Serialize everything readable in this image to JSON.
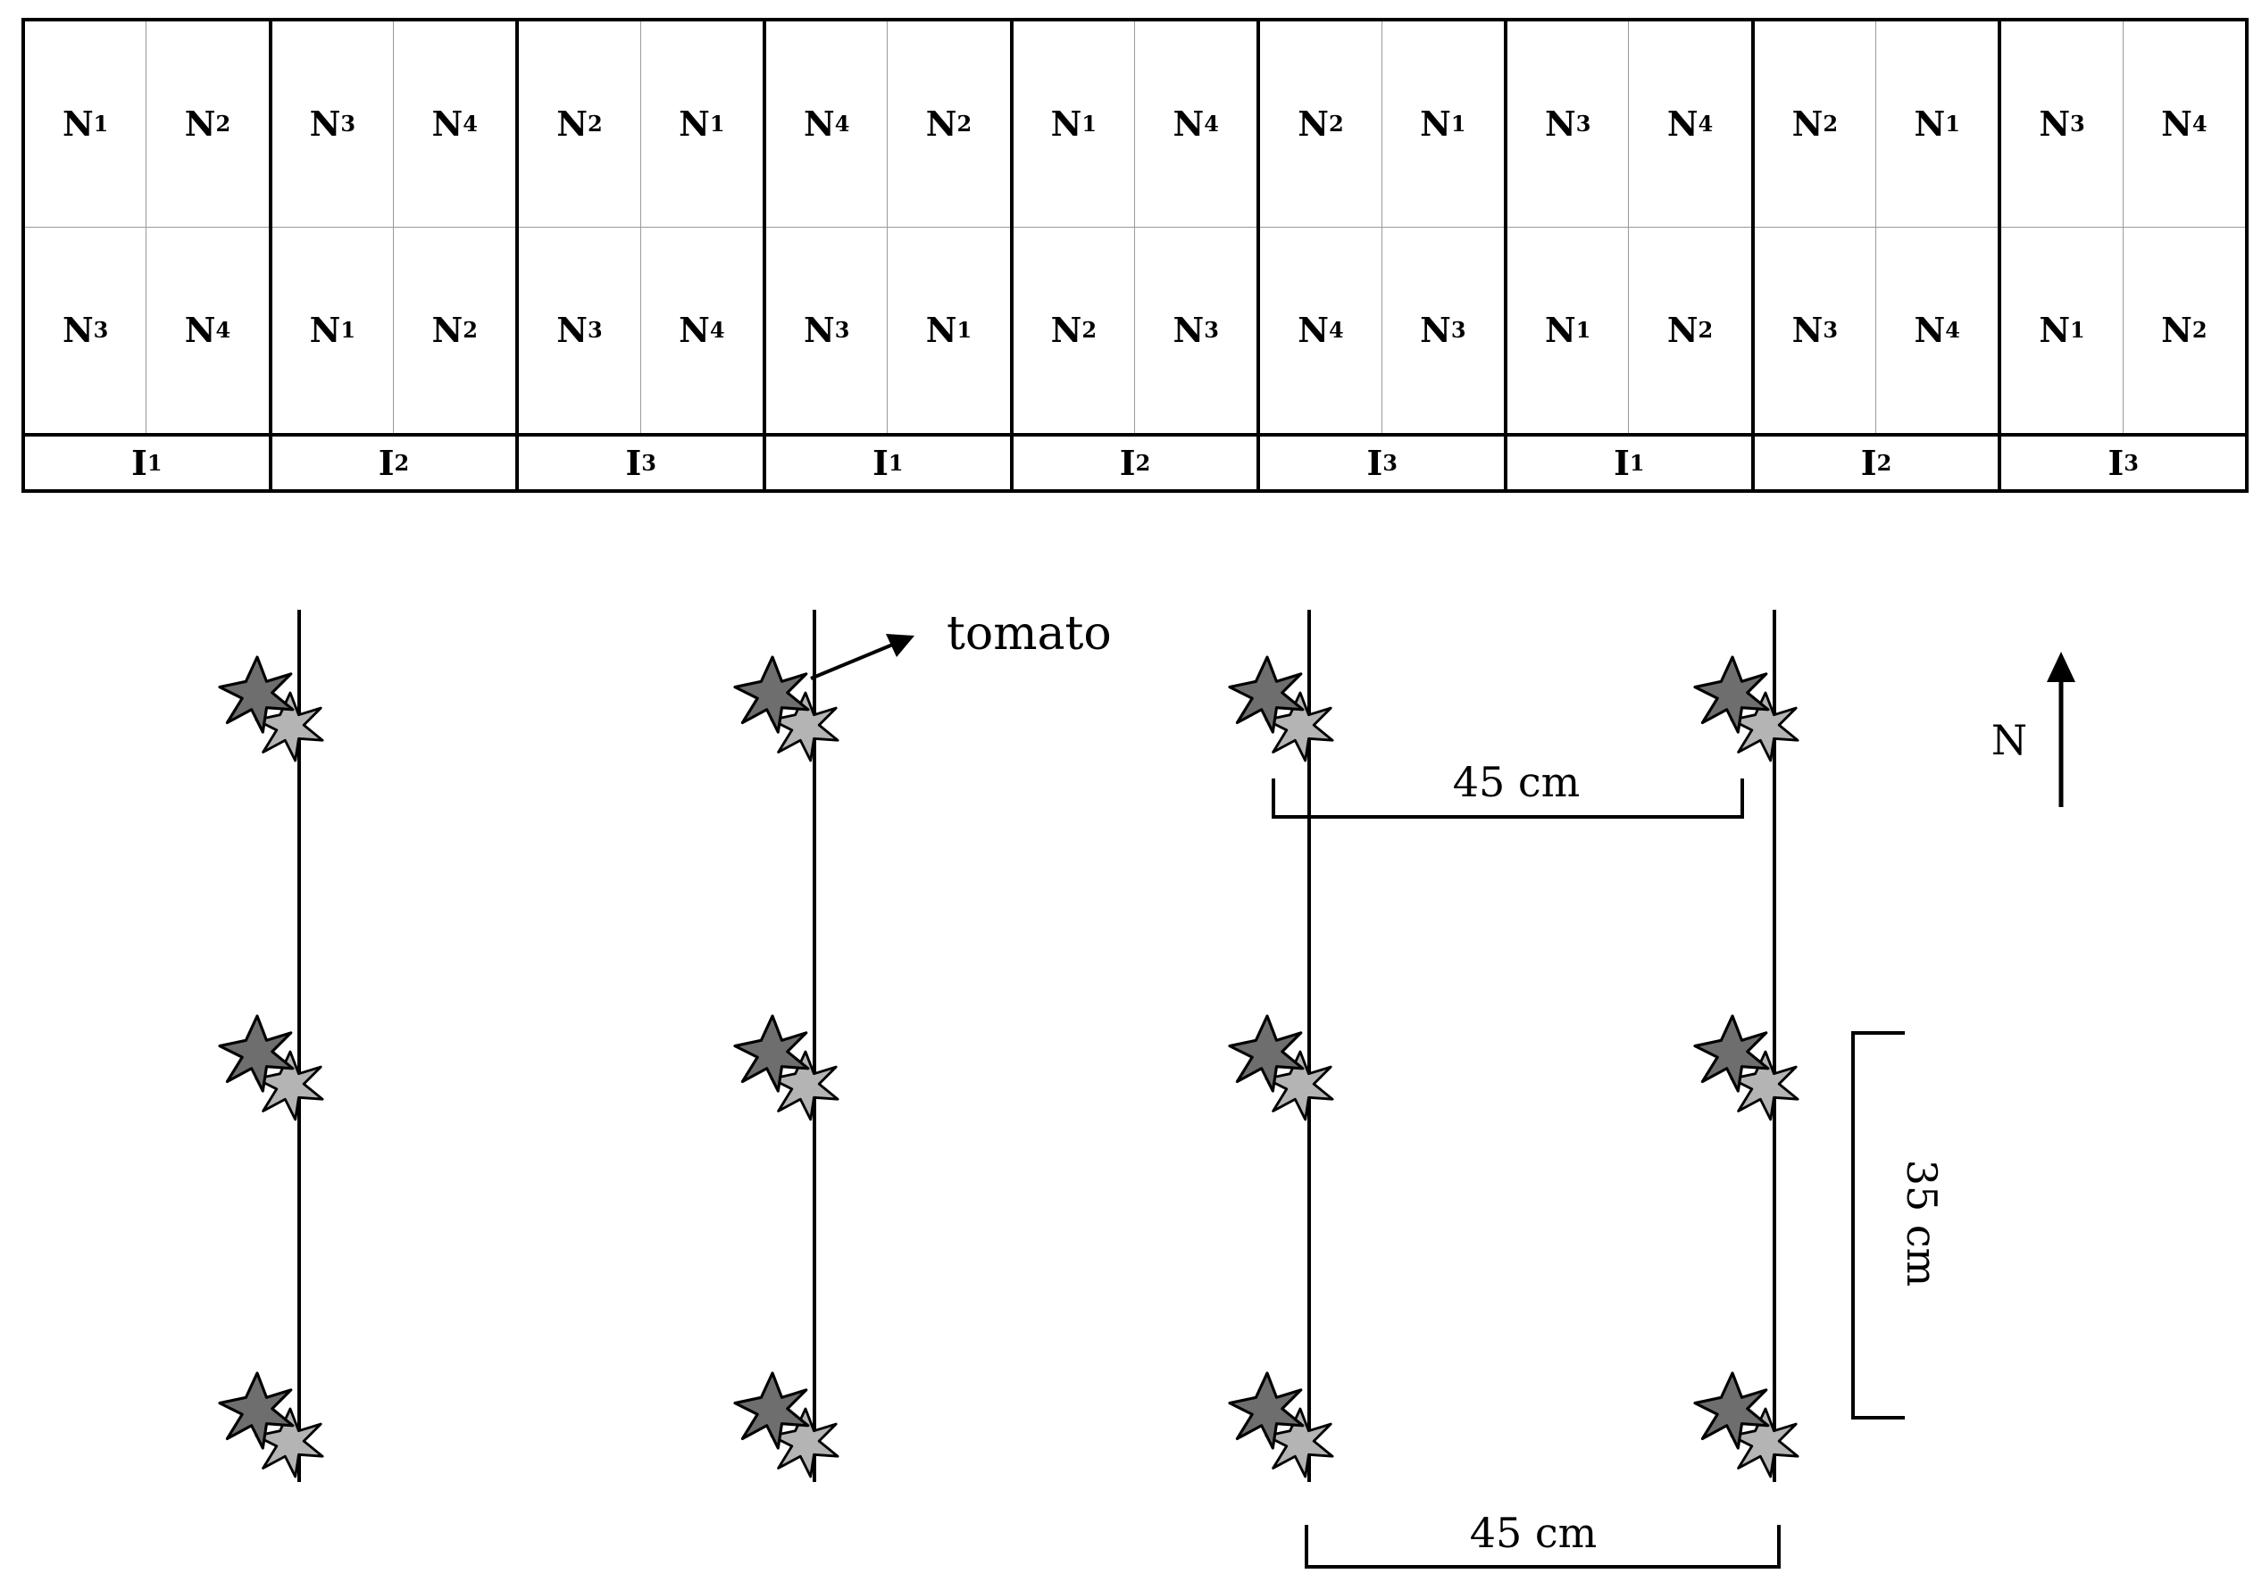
{
  "layout_table": {
    "blocks": [
      {
        "cells": [
          [
            "N",
            "1"
          ],
          [
            "N",
            "2"
          ],
          [
            "N",
            "3"
          ],
          [
            "N",
            "4"
          ]
        ],
        "irrigation": [
          "I",
          "1"
        ]
      },
      {
        "cells": [
          [
            "N",
            "3"
          ],
          [
            "N",
            "4"
          ],
          [
            "N",
            "1"
          ],
          [
            "N",
            "2"
          ]
        ],
        "irrigation": [
          "I",
          "2"
        ]
      },
      {
        "cells": [
          [
            "N",
            "2"
          ],
          [
            "N",
            "1"
          ],
          [
            "N",
            "3"
          ],
          [
            "N",
            "4"
          ]
        ],
        "irrigation": [
          "I",
          "3"
        ]
      },
      {
        "cells": [
          [
            "N",
            "4"
          ],
          [
            "N",
            "2"
          ],
          [
            "N",
            "3"
          ],
          [
            "N",
            "1"
          ]
        ],
        "irrigation": [
          "I",
          "1"
        ]
      },
      {
        "cells": [
          [
            "N",
            "1"
          ],
          [
            "N",
            "4"
          ],
          [
            "N",
            "2"
          ],
          [
            "N",
            "3"
          ]
        ],
        "irrigation": [
          "I",
          "2"
        ]
      },
      {
        "cells": [
          [
            "N",
            "2"
          ],
          [
            "N",
            "1"
          ],
          [
            "N",
            "4"
          ],
          [
            "N",
            "3"
          ]
        ],
        "irrigation": [
          "I",
          "3"
        ]
      },
      {
        "cells": [
          [
            "N",
            "3"
          ],
          [
            "N",
            "4"
          ],
          [
            "N",
            "1"
          ],
          [
            "N",
            "2"
          ]
        ],
        "irrigation": [
          "I",
          "1"
        ]
      },
      {
        "cells": [
          [
            "N",
            "2"
          ],
          [
            "N",
            "1"
          ],
          [
            "N",
            "3"
          ],
          [
            "N",
            "4"
          ]
        ],
        "irrigation": [
          "I",
          "2"
        ]
      },
      {
        "cells": [
          [
            "N",
            "3"
          ],
          [
            "N",
            "4"
          ],
          [
            "N",
            "1"
          ],
          [
            "N",
            "2"
          ]
        ],
        "irrigation": [
          "I",
          "3"
        ]
      }
    ]
  },
  "planting": {
    "tomato_label": "tomato",
    "row_spacing_label_top": "45 cm",
    "row_spacing_label_bottom": "45 cm",
    "plant_spacing_label": "35 cm",
    "north_label": "N",
    "colors": {
      "line": "#000000",
      "plant_dark": "#6e6e6e",
      "plant_light": "#b4b4b4"
    }
  }
}
